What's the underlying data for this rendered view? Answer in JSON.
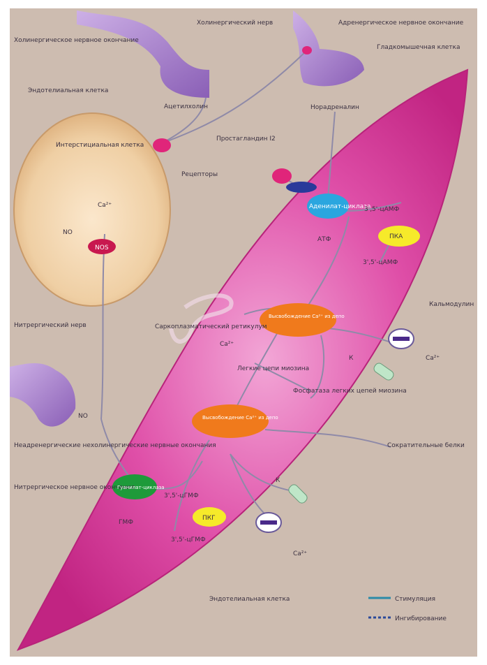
{
  "diagram": {
    "background_color": "#cdbcb0",
    "cell_color": "#d9389a",
    "endothelium_color": "#e9c89c",
    "neuron_color": "#a884c8"
  },
  "labels": {
    "cholinergic_ending": "Холинергическое нервное окончание",
    "adrenergic_ending": "Адренергическое нервное окончание",
    "interstitial_cell": "Интерстициальная клетка",
    "vascular_endothelium": "Эндотелиальная клетка",
    "endothelial_cell": "Эндотелиальная клетка",
    "receptors": "Рецепторы",
    "prostaglandin": "Простагландин I2",
    "acetylcholine": "Ацетилхолин",
    "norepinephrine": "Норадреналин",
    "ca": "Ca²⁺",
    "enos": "NOS",
    "no": "NO",
    "atp": "АТФ",
    "camp": "3',5'-цАМФ",
    "cgmp": "3',5'-цГМФ",
    "gmp": "ГМФ",
    "pka": "ПКА",
    "pkg": "ПКГ",
    "adenylyl_cyclase": "Аденилат-циклаза",
    "guanylyl_cyclase": "Гуанилат-циклаза",
    "ca_release_1": "Высвобождение Ca²⁺ из депо",
    "ca_release_2": "Высвобождение Ca²⁺ из депо",
    "ca_depot": "Саркоплазматический ретикулум",
    "calmodulin": "Кальмодулин",
    "myosin_chain": "Легкие цепи миозина",
    "myosin_phosphatase": "Фосфатаза легких цепей миозина",
    "myofilaments": "Сократительные белки",
    "smooth_muscle": "Гладкомышечная клетка",
    "nonadrenergic": "Неадренергические нехолинергические нервные окончания",
    "nitrergic_ending": "Нитрергическое нервное окончание",
    "nerve_ending_top": "Холинергический нерв",
    "nerve_ending_left": "Нитрергический нерв",
    "channel_k": "К",
    "channel_k2": "К",
    "ca_out_1": "Ca²⁺",
    "ca_out_2": "Ca²⁺"
  },
  "legend": {
    "activation": "Стимуляция",
    "inhibition": "Ингибирование"
  }
}
